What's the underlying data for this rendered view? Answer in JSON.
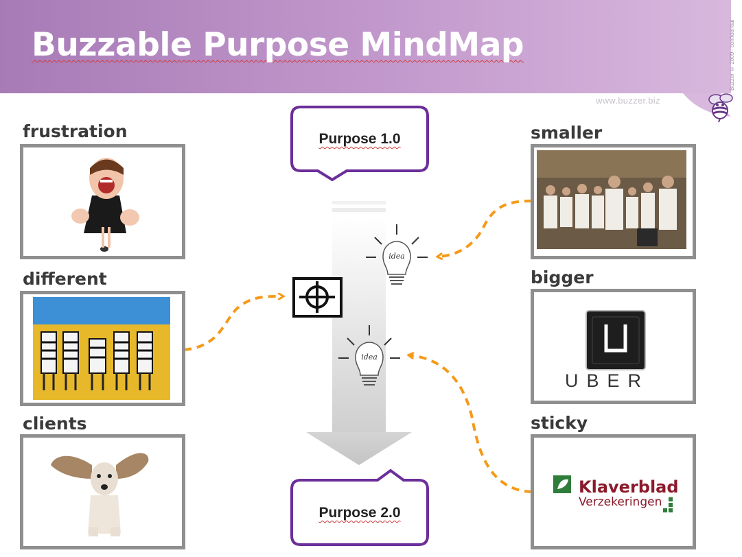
{
  "header": {
    "title": "Buzzable Purpose MindMap",
    "website": "www.buzzer.biz",
    "copyright": "Buzzer © 2009– confidential"
  },
  "labels": {
    "frustration": "frustration",
    "different": "different",
    "clients": "clients",
    "smaller": "smaller",
    "bigger": "bigger",
    "sticky": "sticky"
  },
  "callouts": {
    "top": "Purpose 1.0",
    "bottom": "Purpose 2.0"
  },
  "lightbulb_word": "idea",
  "logos": {
    "uber": "UBER",
    "klaverblad_name": "Klaverblad",
    "klaverblad_sub": "Verzekeringen"
  },
  "colors": {
    "header": "#b68cc3",
    "callout_border": "#6b2e9a",
    "arrow_dashed": "#f59a18",
    "frame_border": "#8f8f8f",
    "klaverblad": "#8b1a2b"
  },
  "icons": [
    "bee-logo-icon",
    "target-crosshair-icon",
    "lightbulb-idea-icon",
    "uber-logo-icon",
    "klaverblad-logo-icon"
  ]
}
